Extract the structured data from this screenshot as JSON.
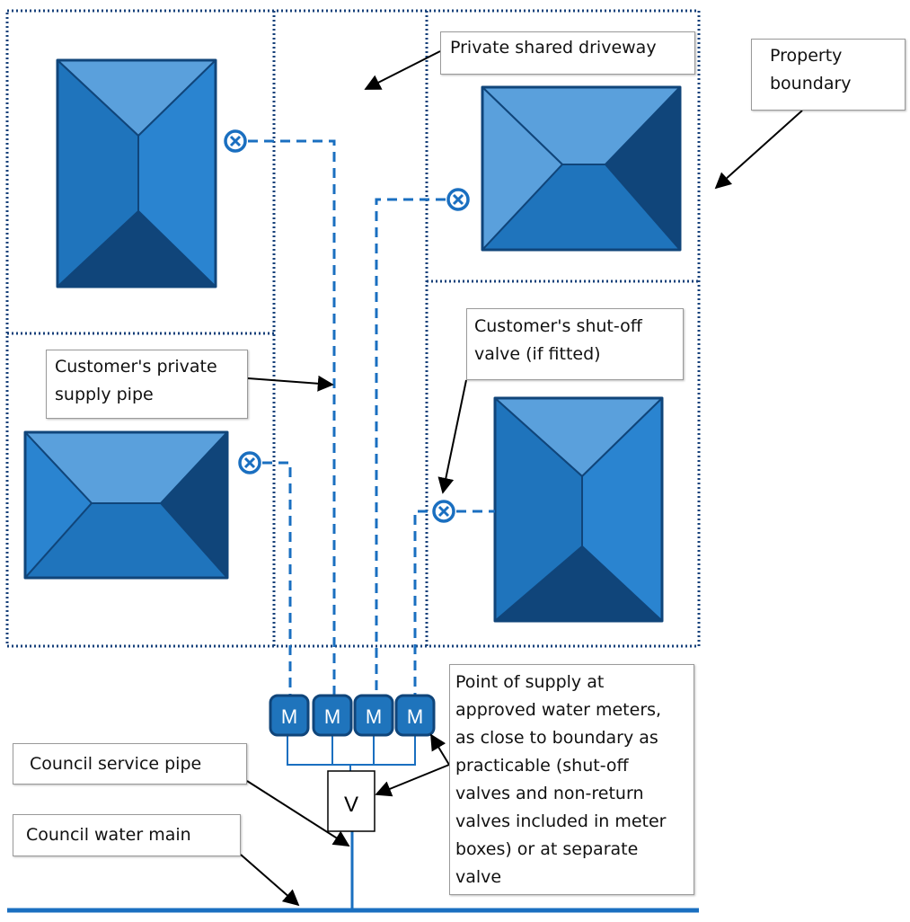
{
  "labels": {
    "driveway": "Private shared driveway",
    "boundary_line1": "Property",
    "boundary_line2": "boundary",
    "shutoff_line1": "Customer's shut-off",
    "shutoff_line2": "valve (if fitted)",
    "supply_pipe_line1": "Customer's private",
    "supply_pipe_line2": "supply pipe",
    "service_pipe": "Council service pipe",
    "water_main": "Council water main",
    "point_of_supply": [
      "Point of supply at",
      "approved water meters,",
      "as close to boundary as",
      "practicable (shut-off",
      "valves and non-return",
      "valves included in meter",
      "boxes) or at separate",
      "valve"
    ],
    "meter_letter": "M",
    "valve_letter": "V"
  },
  "colors": {
    "house_light": "#5aa0dc",
    "house_mid": "#1f74bc",
    "house_dark": "#10457a",
    "boundary": "#16407a",
    "pipe": "#1a6fc0"
  },
  "icons": {
    "shutoff_valve": "circle-x-valve-icon",
    "meter": "meter-box-icon"
  }
}
